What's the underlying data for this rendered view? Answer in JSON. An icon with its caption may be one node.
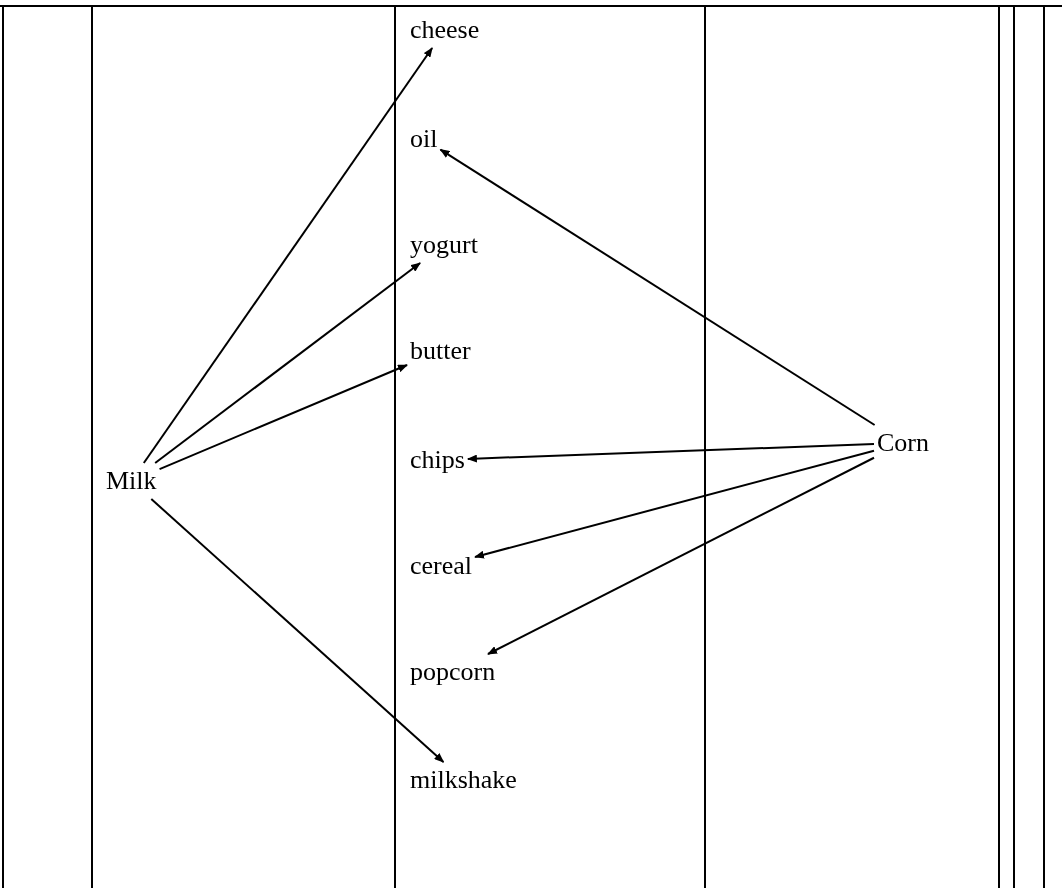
{
  "diagram": {
    "nodes": [
      {
        "text": [
          "Milk"
        ]
      },
      {
        "text": [
          "cheese"
        ]
      },
      {
        "text": [
          "oil"
        ]
      },
      {
        "text": [
          "yogurt"
        ]
      },
      {
        "text": [
          "butter"
        ]
      },
      {
        "text": [
          "chips"
        ]
      },
      {
        "text": [
          "cereal"
        ]
      },
      {
        "text": [
          "popcorn"
        ]
      },
      {
        "text": [
          "milkshake"
        ]
      },
      {
        "text": [
          "Corn"
        ]
      }
    ],
    "edges": [
      {
        "from": 0,
        "to": 1,
        "arrow": "to"
      },
      {
        "from": 0,
        "to": 3,
        "arrow": "to"
      },
      {
        "from": 0,
        "to": 4,
        "arrow": "to"
      },
      {
        "from": 0,
        "to": 8,
        "arrow": "to"
      },
      {
        "from": 9,
        "to": 2,
        "arrow": "to"
      },
      {
        "from": 9,
        "to": 5,
        "arrow": "to"
      },
      {
        "from": 9,
        "to": 6,
        "arrow": "to"
      },
      {
        "from": 9,
        "to": 7,
        "arrow": "to"
      }
    ]
  }
}
